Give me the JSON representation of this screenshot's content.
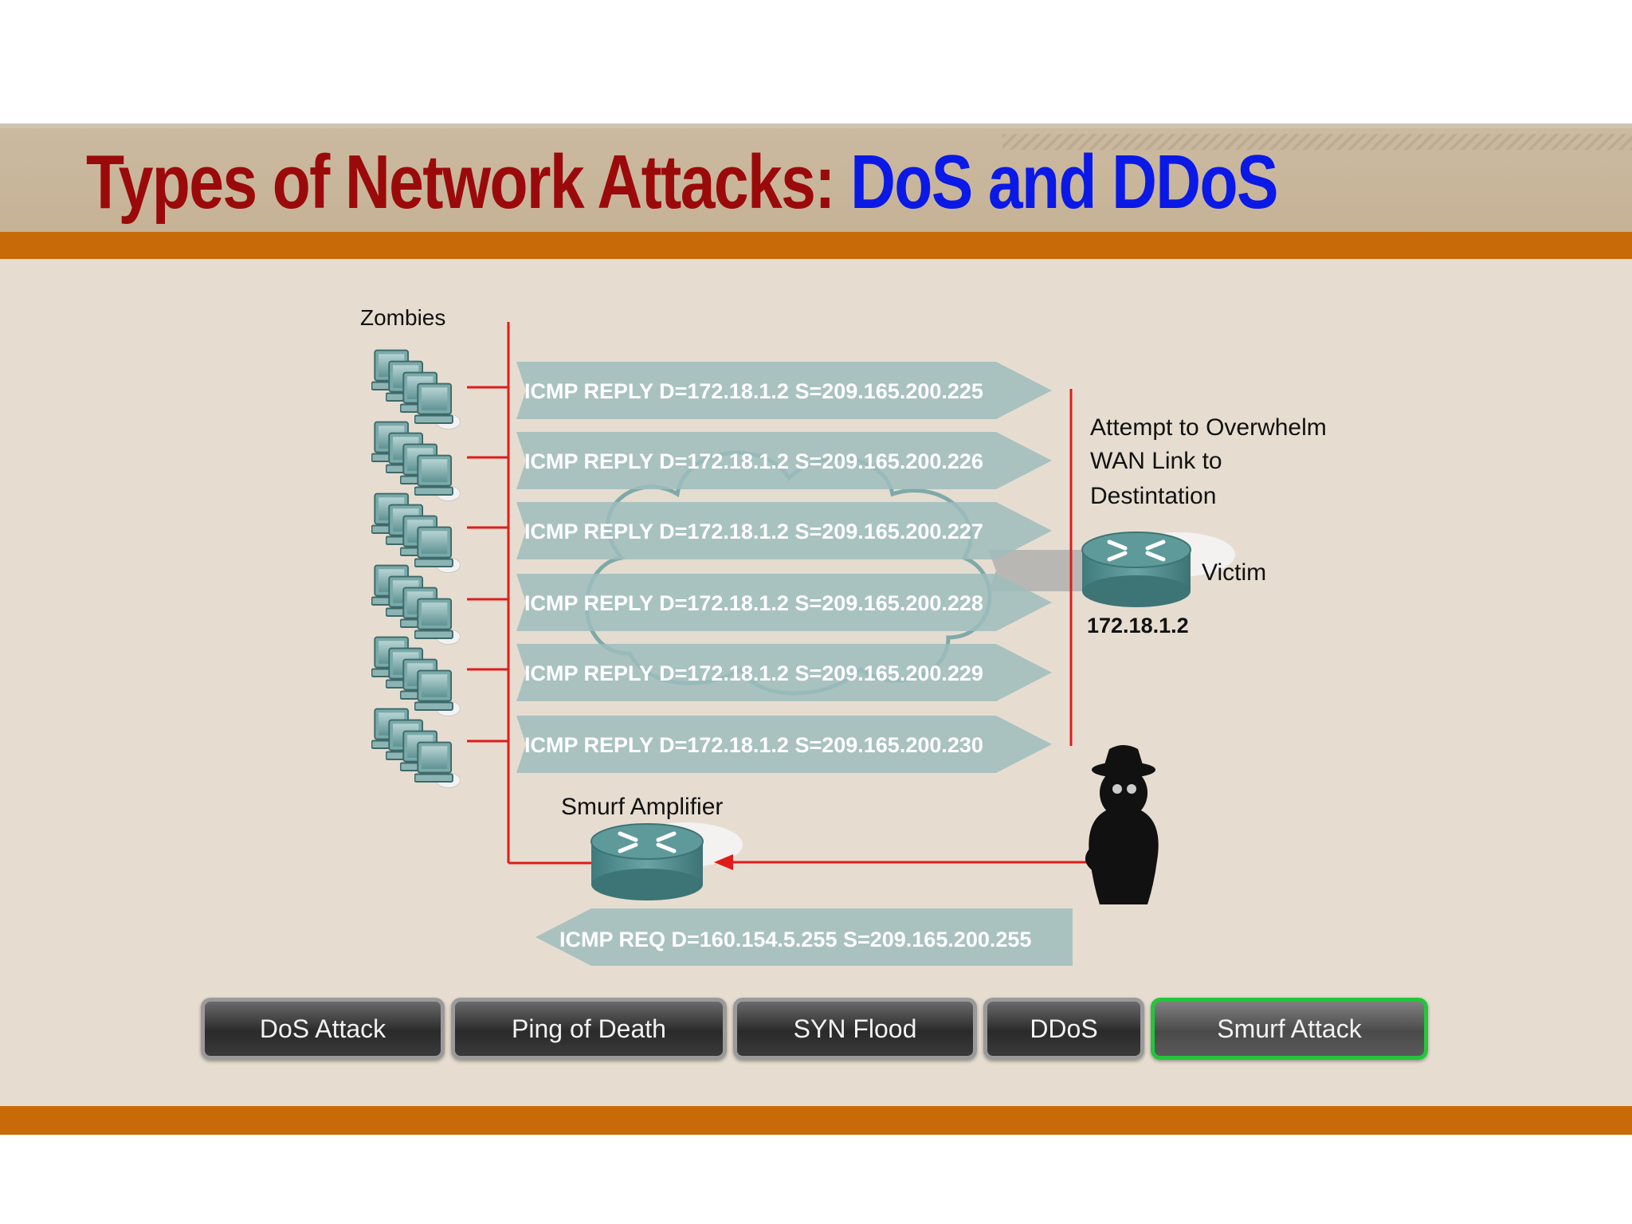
{
  "slide": {
    "title_part1": "Types of Network Attacks: ",
    "title_part2": "DoS and DDoS"
  },
  "diagram": {
    "zombies_label": "Zombies",
    "packets": [
      "ICMP REPLY D=172.18.1.2 S=209.165.200.225",
      "ICMP REPLY D=172.18.1.2 S=209.165.200.226",
      "ICMP REPLY D=172.18.1.2 S=209.165.200.227",
      "ICMP REPLY D=172.18.1.2 S=209.165.200.228",
      "ICMP REPLY D=172.18.1.2 S=209.165.200.229",
      "ICMP REPLY D=172.18.1.2 S=209.165.200.230"
    ],
    "note_lines": [
      "Attempt to Overwhelm",
      "WAN Link to",
      "Destintation"
    ],
    "victim_label": "Victim",
    "victim_ip": "172.18.1.2",
    "amplifier_label": "Smurf Amplifier",
    "request_packet": "ICMP REQ D=160.154.5.255 S=209.165.200.255"
  },
  "buttons": [
    {
      "label": "DoS Attack",
      "active": false
    },
    {
      "label": "Ping of Death",
      "active": false
    },
    {
      "label": "SYN Flood",
      "active": false
    },
    {
      "label": "DDoS",
      "active": false
    },
    {
      "label": "Smurf Attack",
      "active": true
    }
  ],
  "colors": {
    "title_red": "#9b0a0a",
    "title_blue": "#0a19e6",
    "accent_orange": "#c86a07",
    "line_red": "#e01b1b",
    "packet_fill": "#9dbdbd",
    "active_border": "#22c63a"
  }
}
